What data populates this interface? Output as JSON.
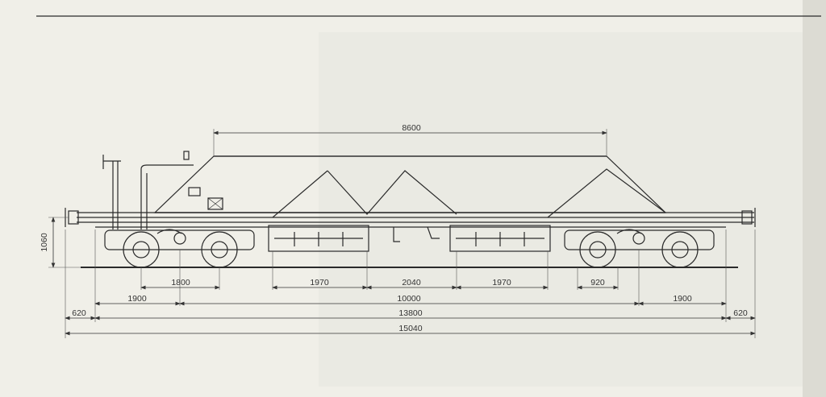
{
  "dimensions": {
    "hopper_top": "8600",
    "height": "1060",
    "bogie_wheelbase": "1800",
    "hopper_left": "1970",
    "hopper_mid": "2040",
    "hopper_right": "1970",
    "wheel_spacing": "920",
    "bogie_left": "1900",
    "bogie_right": "1900",
    "center_distance": "10000",
    "buffer_left": "620",
    "buffer_right": "620",
    "frame_length": "13800",
    "overall_length": "15040"
  },
  "colors": {
    "line": "#2a2a2a",
    "dim_line": "#444444",
    "paper": "#f0efe8",
    "shadow_panel": "#e4e3dc"
  }
}
